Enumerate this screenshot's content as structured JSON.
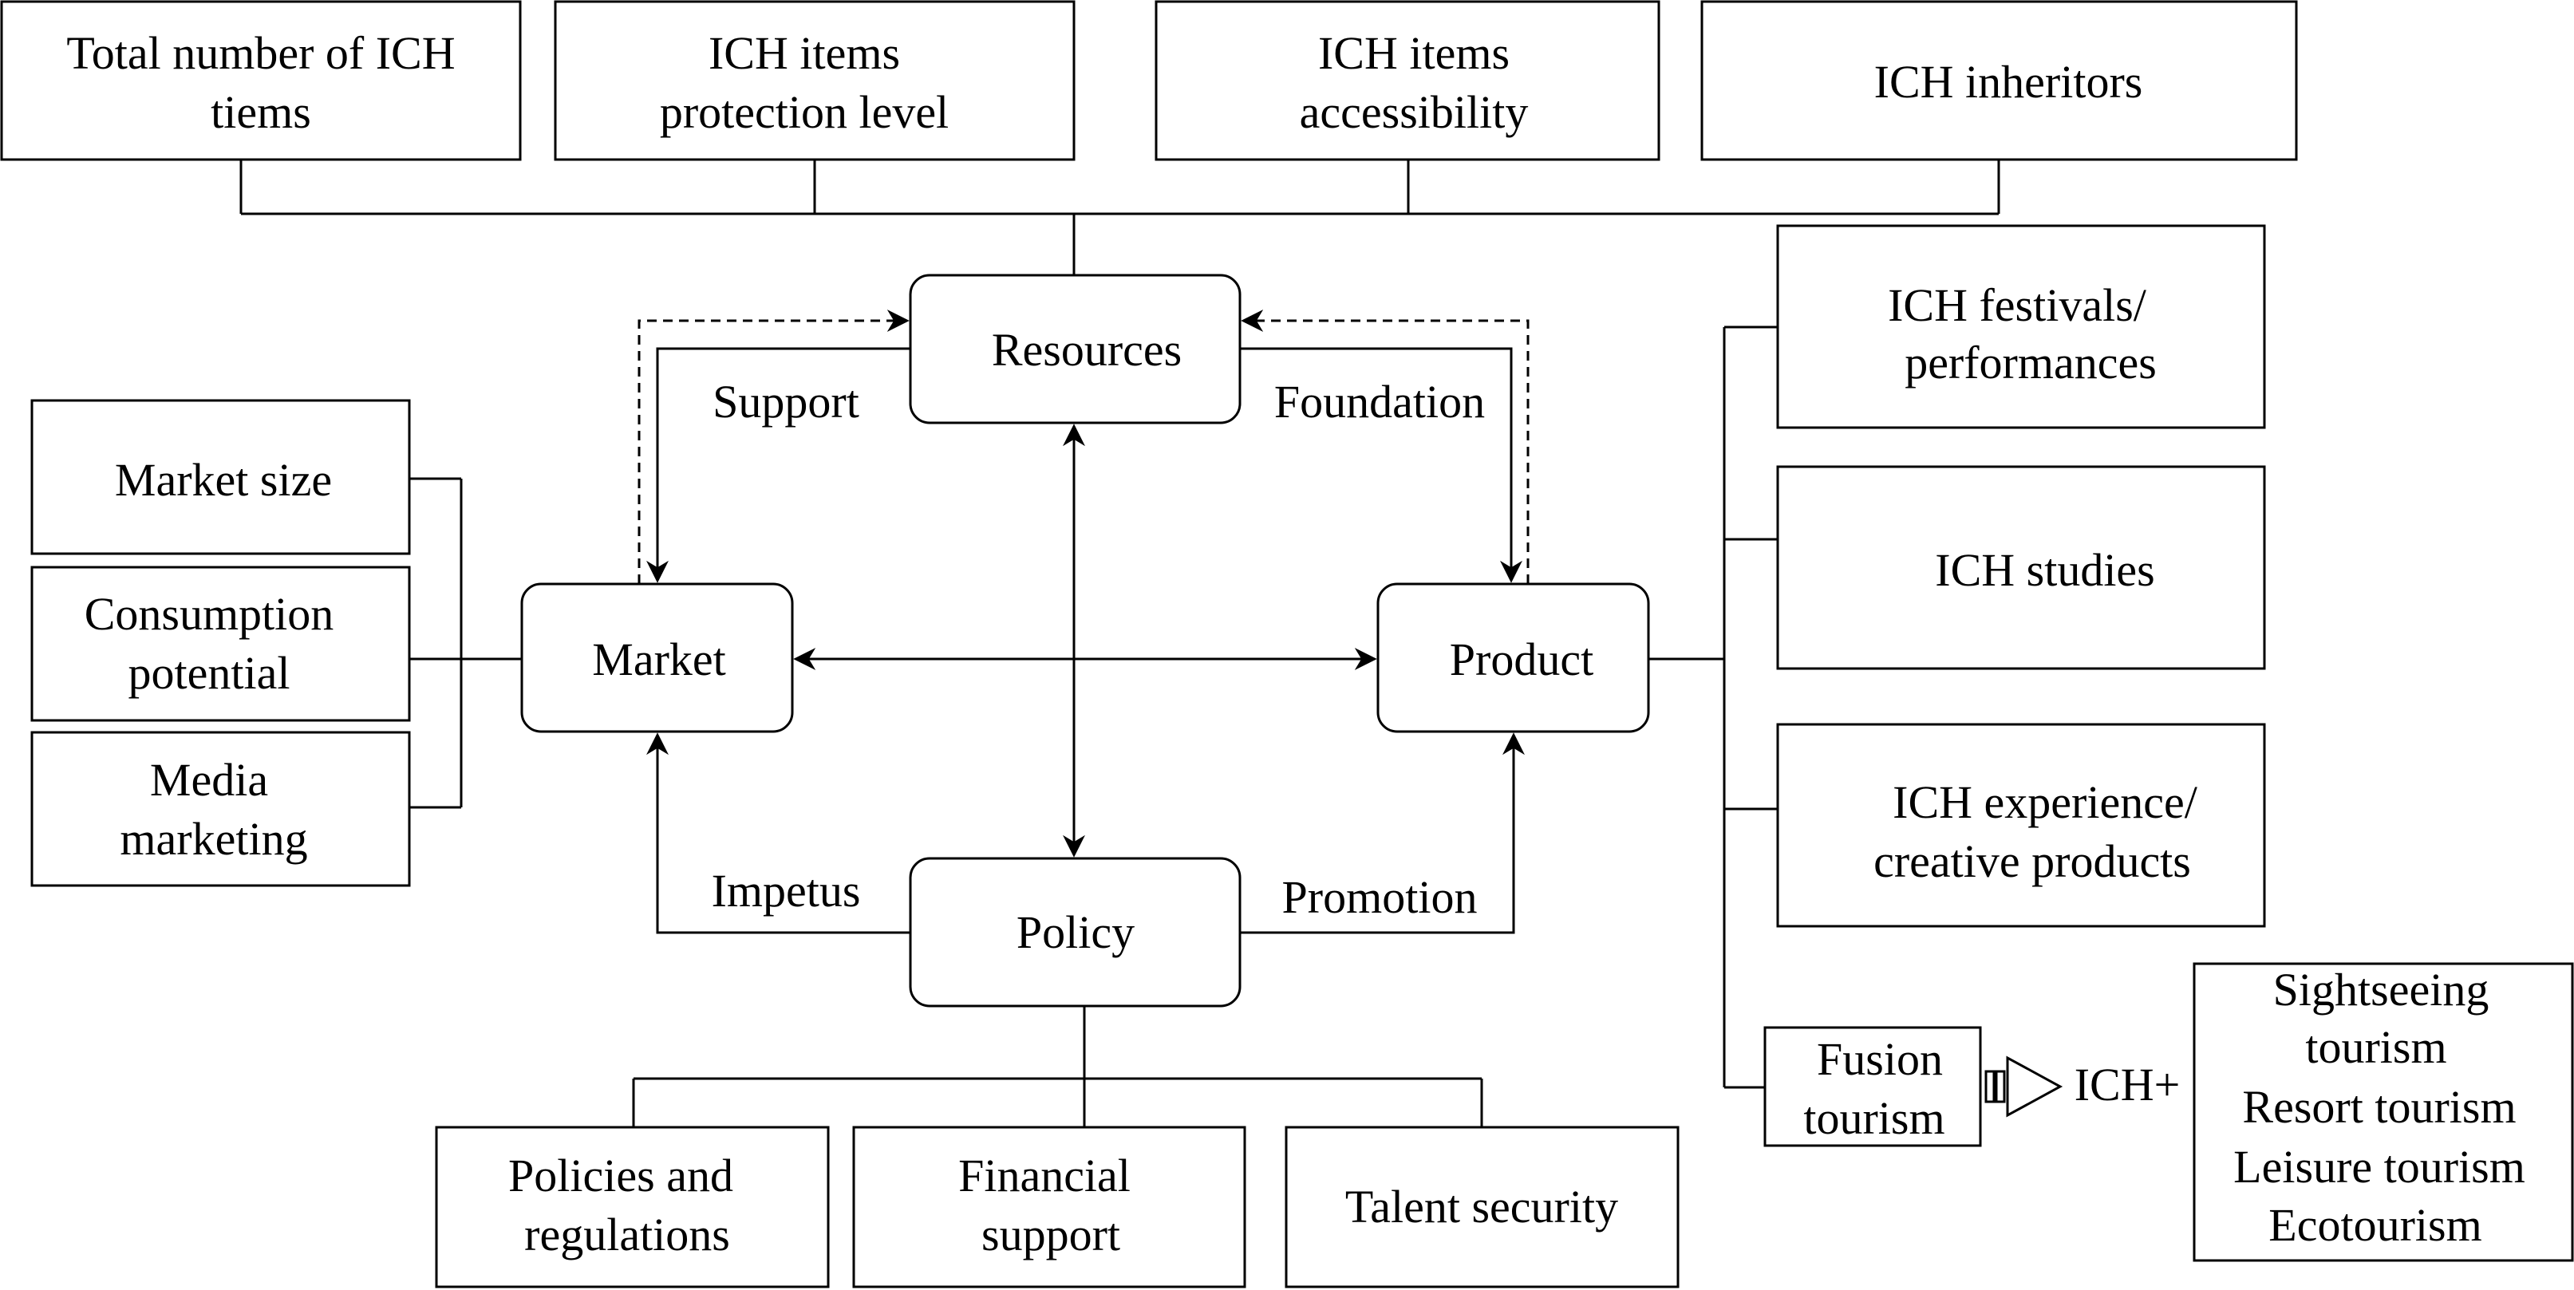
{
  "resources_factors": {
    "total_number": [
      "Total number of ICH",
      "tiems"
    ],
    "protection_level": [
      "ICH items",
      "protection level"
    ],
    "accessibility": [
      "ICH items",
      "accessibility"
    ],
    "inheritors": [
      "ICH inheritors"
    ]
  },
  "market_factors": {
    "market_size": [
      "Market size"
    ],
    "consumption_potential": [
      "Consumption",
      "potential"
    ],
    "media_marketing": [
      "Media",
      "marketing"
    ]
  },
  "core": {
    "resources": [
      "Resources"
    ],
    "market": [
      "Market"
    ],
    "product": [
      "Product"
    ],
    "policy": [
      "Policy"
    ]
  },
  "relations": {
    "support": "Support",
    "foundation": "Foundation",
    "impetus": "Impetus",
    "promotion": "Promotion"
  },
  "product_factors": {
    "festivals": [
      "ICH festivals/",
      "performances"
    ],
    "studies": [
      "ICH studies"
    ],
    "experience": [
      "ICH experience/",
      "creative products"
    ],
    "fusion_tourism": [
      "Fusion",
      "tourism"
    ]
  },
  "ich_plus": {
    "label": "ICH+",
    "types": [
      "Sightseeing",
      "tourism",
      "Resort tourism",
      "Leisure tourism",
      "Ecotourism"
    ]
  },
  "policy_factors": {
    "policies": [
      "Policies and",
      "regulations"
    ],
    "financial": [
      "Financial",
      "support"
    ],
    "talent": [
      "Talent security"
    ]
  },
  "colors": {
    "stroke": "#000000",
    "background": "#ffffff"
  }
}
